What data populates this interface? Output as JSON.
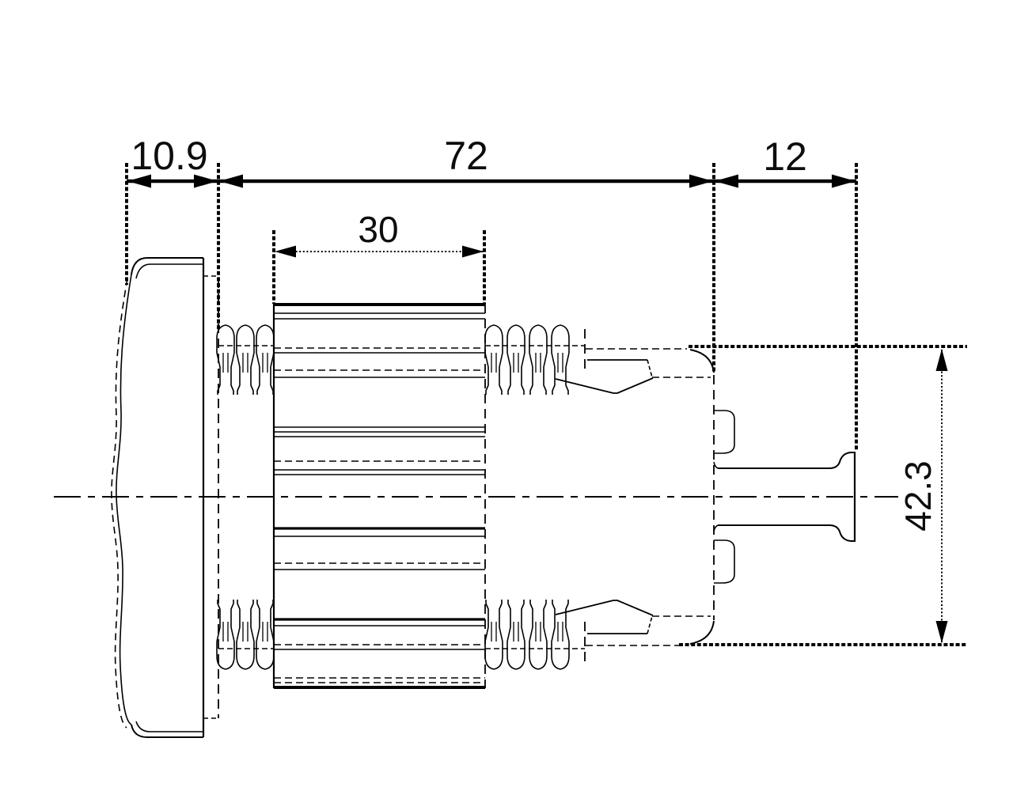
{
  "canvas": {
    "background": "#ffffff",
    "stroke_color": "#000000"
  },
  "dimensions": {
    "cap_width": {
      "label": "10.9"
    },
    "body_length": {
      "label": "72"
    },
    "shaft_length": {
      "label": "12"
    },
    "ribbed_section_length": {
      "label": "30"
    },
    "body_height": {
      "label": "42.3"
    }
  }
}
